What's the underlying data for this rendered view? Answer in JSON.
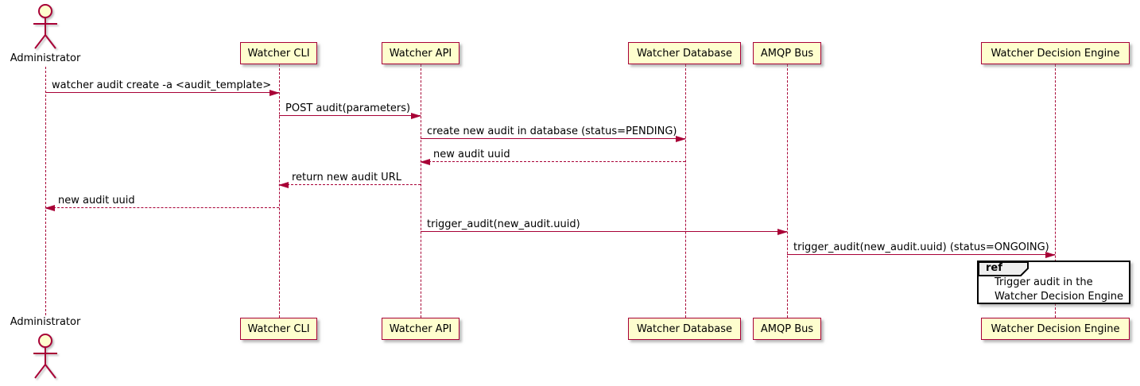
{
  "diagram_type": "uml-sequence",
  "actor": {
    "label": "Administrator"
  },
  "participants": [
    {
      "label": "Watcher CLI"
    },
    {
      "label": "Watcher API"
    },
    {
      "label": "Watcher Database"
    },
    {
      "label": "AMQP Bus"
    },
    {
      "label": "Watcher Decision Engine"
    }
  ],
  "messages": [
    {
      "from": "Administrator",
      "to": "Watcher CLI",
      "text": "watcher audit create -a <audit_template>",
      "line": "solid"
    },
    {
      "from": "Watcher CLI",
      "to": "Watcher API",
      "text": "POST audit(parameters)",
      "line": "solid"
    },
    {
      "from": "Watcher API",
      "to": "Watcher Database",
      "text": "create new audit in database (status=PENDING)",
      "line": "solid"
    },
    {
      "from": "Watcher Database",
      "to": "Watcher API",
      "text": "new audit uuid",
      "line": "dashed"
    },
    {
      "from": "Watcher API",
      "to": "Watcher CLI",
      "text": "return new audit URL",
      "line": "dashed"
    },
    {
      "from": "Watcher CLI",
      "to": "Administrator",
      "text": "new audit uuid",
      "line": "dashed"
    },
    {
      "from": "Watcher API",
      "to": "AMQP Bus",
      "text": "trigger_audit(new_audit.uuid)",
      "line": "solid"
    },
    {
      "from": "AMQP Bus",
      "to": "Watcher Decision Engine",
      "text": "trigger_audit(new_audit.uuid) (status=ONGOING)",
      "line": "solid"
    }
  ],
  "ref": {
    "keyword": "ref",
    "lines": [
      "Trigger audit in the",
      "Watcher Decision Engine"
    ]
  },
  "colors": {
    "line": "#A80036",
    "participant_fill": "#FEFECE",
    "participant_border": "#A80036",
    "text": "#000000",
    "ref_border": "#000000",
    "ref_header_fill": "#EEEEEE",
    "background": "#FFFFFF"
  }
}
